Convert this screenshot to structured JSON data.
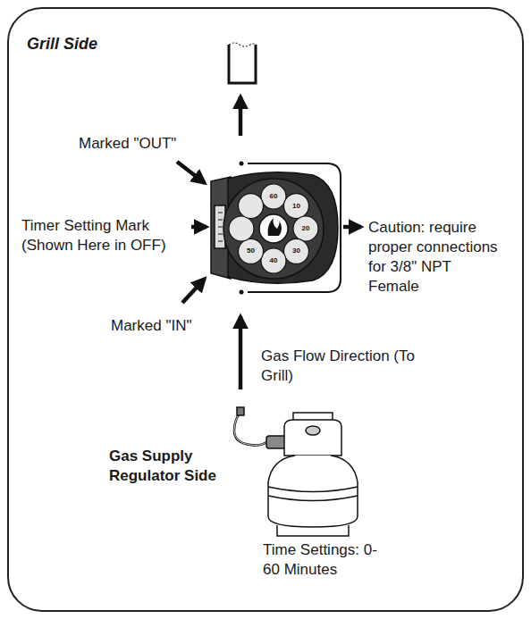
{
  "diagram": {
    "title": "Grill Side",
    "labels": [
      "Marked \"OUT\"",
      "Timer Setting Mark (Shown Here in OFF)",
      "Marked \"IN\"",
      "Caution: require proper connections for 3/8\" NPT Female",
      "Gas Flow Direction (To Grill)",
      "Gas Supply Regulator Side",
      "Time Settings: 0-60 Minutes",
      "60",
      "10",
      "20",
      "30",
      "40",
      "50"
    ]
  }
}
